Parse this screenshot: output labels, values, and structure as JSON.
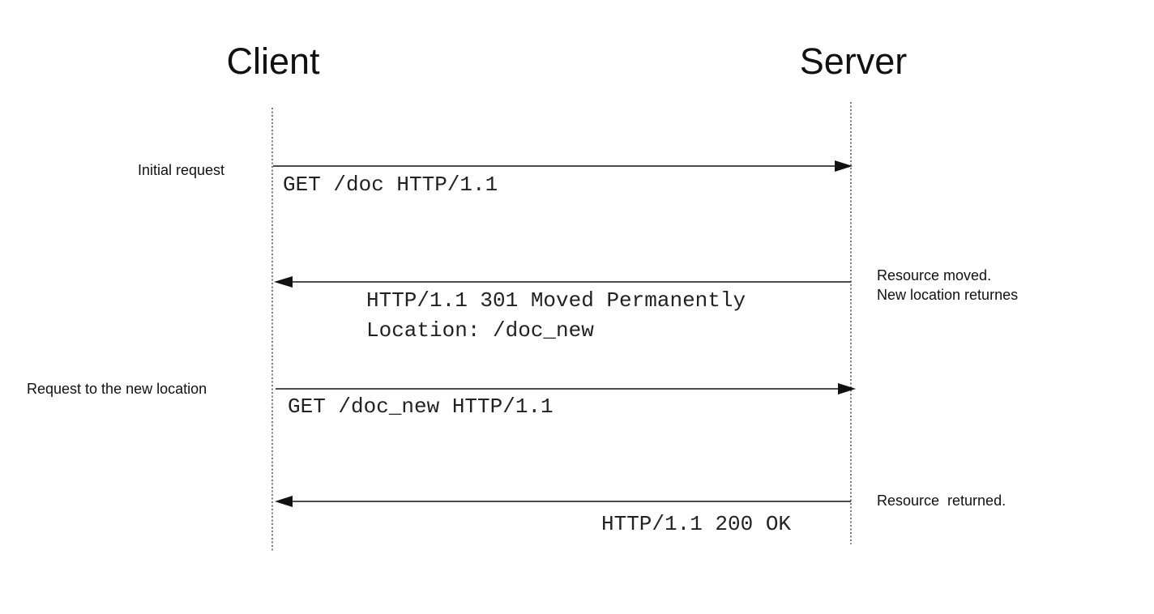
{
  "actors": {
    "client": "Client",
    "server": "Server"
  },
  "messages": [
    {
      "direction": "client-to-server",
      "note": [
        "Initial request"
      ],
      "lines": [
        "GET /doc HTTP/1.1"
      ]
    },
    {
      "direction": "server-to-client",
      "note": [
        "Resource moved.",
        "New location returnes"
      ],
      "lines": [
        "HTTP/1.1 301 Moved Permanently",
        "Location: /doc_new"
      ]
    },
    {
      "direction": "client-to-server",
      "note": [
        "Request to the new location"
      ],
      "lines": [
        "GET /doc_new HTTP/1.1"
      ]
    },
    {
      "direction": "server-to-client",
      "note": [
        "Resource  returned."
      ],
      "lines": [
        "HTTP/1.1 200 OK"
      ]
    }
  ]
}
